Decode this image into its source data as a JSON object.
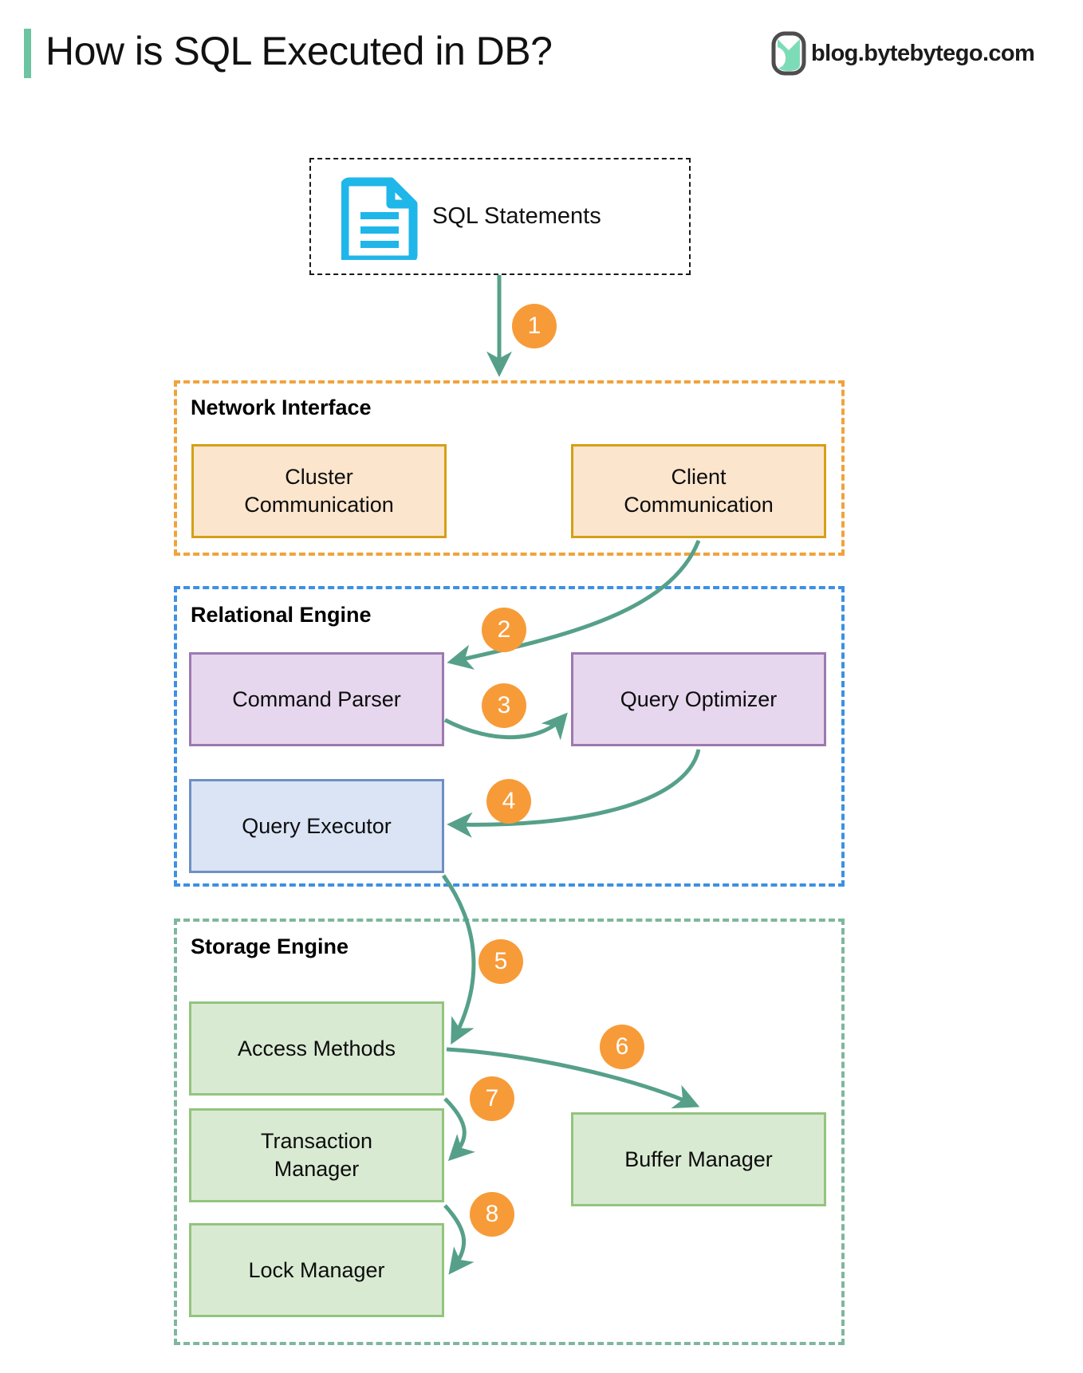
{
  "header": {
    "title": "How is SQL Executed in DB?",
    "brand_text": "blog.bytebytego.com",
    "logo_icon": "bytebytego-logo-icon",
    "accent_color": "#6cc4a1"
  },
  "source": {
    "label": "SQL Statements",
    "icon": "document-icon",
    "icon_color": "#1fb6ea",
    "border_style": "dashed",
    "border_color": "#1a1a1a"
  },
  "groups": [
    {
      "id": "network-interface",
      "title": "Network Interface",
      "border_color": "#f0a33c",
      "nodes": [
        {
          "id": "cluster-communication",
          "label": "Cluster\nCommunication",
          "line1": "Cluster",
          "line2": "Communication",
          "fill": "#fce5cd",
          "stroke": "#d4a017"
        },
        {
          "id": "client-communication",
          "label": "Client\nCommunication",
          "line1": "Client",
          "line2": "Communication",
          "fill": "#fce5cd",
          "stroke": "#d4a017"
        }
      ]
    },
    {
      "id": "relational-engine",
      "title": "Relational Engine",
      "border_color": "#3d90e3",
      "nodes": [
        {
          "id": "command-parser",
          "label": "Command Parser",
          "fill": "#e6d7ee",
          "stroke": "#9d79b0"
        },
        {
          "id": "query-optimizer",
          "label": "Query Optimizer",
          "fill": "#e6d7ee",
          "stroke": "#9d79b0"
        },
        {
          "id": "query-executor",
          "label": "Query Executor",
          "fill": "#dae4f5",
          "stroke": "#6f8fc4"
        }
      ]
    },
    {
      "id": "storage-engine",
      "title": "Storage Engine",
      "border_color": "#7fb69e",
      "nodes": [
        {
          "id": "access-methods",
          "label": "Access Methods",
          "fill": "#d9ead3",
          "stroke": "#93c47d"
        },
        {
          "id": "transaction-manager",
          "label": "Transaction\nManager",
          "line1": "Transaction",
          "line2": "Manager",
          "fill": "#d9ead3",
          "stroke": "#93c47d"
        },
        {
          "id": "lock-manager",
          "label": "Lock Manager",
          "fill": "#d9ead3",
          "stroke": "#93c47d"
        },
        {
          "id": "buffer-manager",
          "label": "Buffer Manager",
          "fill": "#d9ead3",
          "stroke": "#93c47d"
        }
      ]
    }
  ],
  "steps": [
    {
      "number": "1",
      "from": "sql-statements",
      "to": "network-interface"
    },
    {
      "number": "2",
      "from": "client-communication",
      "to": "command-parser"
    },
    {
      "number": "3",
      "from": "command-parser",
      "to": "query-optimizer"
    },
    {
      "number": "4",
      "from": "query-optimizer",
      "to": "query-executor"
    },
    {
      "number": "5",
      "from": "query-executor",
      "to": "access-methods"
    },
    {
      "number": "6",
      "from": "access-methods",
      "to": "buffer-manager"
    },
    {
      "number": "7",
      "from": "access-methods",
      "to": "transaction-manager"
    },
    {
      "number": "8",
      "from": "transaction-manager",
      "to": "lock-manager"
    }
  ],
  "colors": {
    "arrow": "#56a08a",
    "badge_fill": "#f79b38",
    "badge_text": "#ffffff",
    "background": "#ffffff"
  }
}
